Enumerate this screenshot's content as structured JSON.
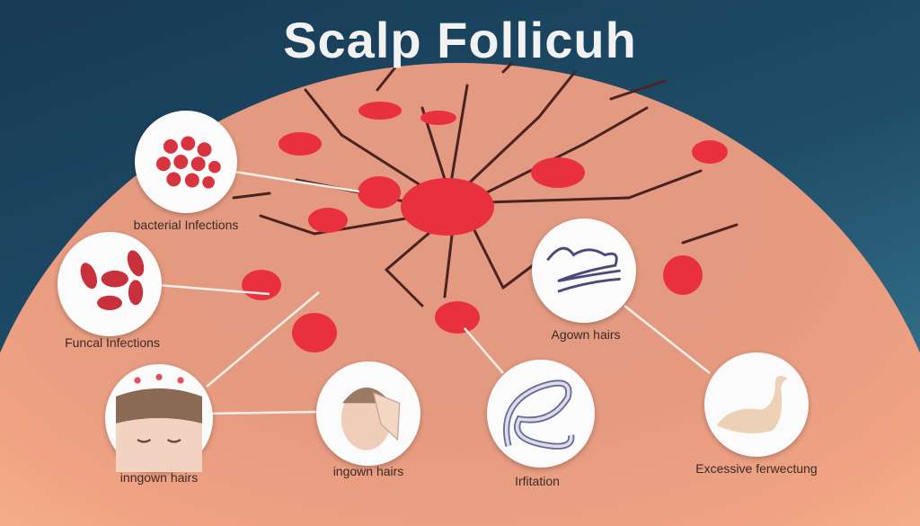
{
  "title": "Scalp Follicuh",
  "labels": {
    "bacterial": "bacterial Infections",
    "fungal": "Funcal Infections",
    "ingrown1": "inngown hairs",
    "ingrown2": "ingown hairs",
    "irritation": "Irfitation",
    "agown": "Agown hairs",
    "excessive": "Excessive ferwectung"
  },
  "colors": {
    "background": "#1f4d68",
    "skin": "#e59a80",
    "lesion": "#e8303e"
  }
}
